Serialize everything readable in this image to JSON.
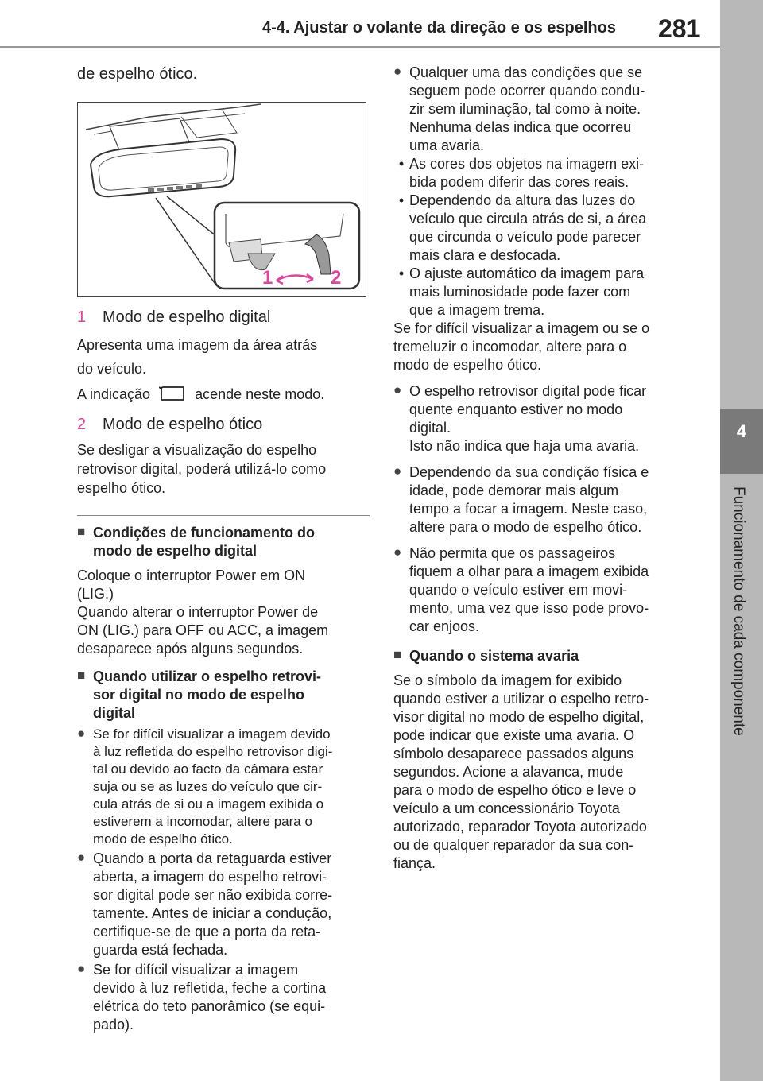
{
  "header": {
    "title": "4-4. Ajustar o volante da direção e os espelhos",
    "page_number": "281"
  },
  "side_tab": {
    "number": "4",
    "label": "Funcionamento de cada componente"
  },
  "left": {
    "intro": "de espelho ótico.",
    "figure": {
      "num1": "1",
      "num2": "2"
    },
    "item1": {
      "num": "1",
      "label": "Modo de espelho digital"
    },
    "item1_desc1": "Apresenta uma imagem da área atrás",
    "item1_desc2": "do veículo.",
    "item1_ind_a": "A indicação",
    "item1_ind_b": "acende neste modo.",
    "item2": {
      "num": "2",
      "label": "Modo de espelho ótico"
    },
    "item2_desc1": "Se desligar a visualização do espelho",
    "item2_desc2": "retrovisor digital, poderá utilizá-lo como",
    "item2_desc3": "espelho ótico.",
    "sec1": {
      "title1": "Condições de funcionamento do",
      "title2": "modo de espelho digital"
    },
    "sec1_text": [
      "Coloque o interruptor Power em ON",
      "(LIG.)",
      "Quando alterar o interruptor Power de",
      "ON (LIG.) para OFF ou ACC, a imagem",
      "desaparece após alguns segundos."
    ],
    "sec2": {
      "title1": "Quando utilizar o espelho retrovi-",
      "title2": "sor digital no modo de espelho",
      "title3": "digital"
    },
    "sec2_b1": [
      "Se for difícil visualizar a imagem devido",
      "à luz refletida do espelho retrovisor digi-",
      "tal ou devido ao facto da câmara estar",
      "suja ou se as luzes do veículo que cir-",
      "cula atrás de si ou a imagem exibida o",
      "estiverem a incomodar, altere para o",
      "modo de espelho ótico."
    ],
    "sec2_b2": [
      "Quando a porta da retaguarda estiver",
      "aberta, a imagem do espelho retrovi-",
      "sor digital pode ser não exibida corre-",
      "tamente. Antes de iniciar a condução,",
      "certifique-se de que a porta da reta-",
      "guarda está fechada."
    ],
    "sec2_b3": [
      "Se for difícil visualizar a imagem",
      "devido à luz refletida, feche a cortina",
      "elétrica do teto panorâmico (se equi-",
      "pado)."
    ]
  },
  "right": {
    "b1": [
      "Qualquer uma das condições que se",
      "seguem pode ocorrer quando condu-",
      "zir sem iluminação, tal como à noite.",
      "Nenhuma delas indica que ocorreu",
      "uma avaria."
    ],
    "d1": [
      "As cores dos objetos na imagem exi-",
      "bida podem diferir das cores reais."
    ],
    "d2": [
      "Dependendo da altura das luzes do",
      "veículo que circula atrás de si, a área",
      "que circunda o veículo pode parecer",
      "mais clara e desfocada."
    ],
    "d3": [
      "O ajuste automático da imagem para",
      "mais luminosidade pode fazer com",
      "que a imagem trema."
    ],
    "b1_after": [
      "Se for difícil visualizar a imagem ou se o",
      "tremeluzir o incomodar, altere para o",
      "modo de espelho ótico."
    ],
    "b2": [
      "O espelho retrovisor digital pode ficar",
      "quente enquanto estiver no modo",
      "digital.",
      "Isto não indica que haja uma avaria."
    ],
    "b3": [
      "Dependendo da sua condição física e",
      "idade, pode demorar mais algum",
      "tempo a focar a imagem. Neste caso,",
      "altere para o modo de espelho ótico."
    ],
    "b4": [
      "Não permita que os passageiros",
      "fiquem a olhar para a imagem exibida",
      "quando o veículo estiver em movi-",
      "mento, uma vez que isso pode provo-",
      "car enjoos."
    ],
    "sec3_title": "Quando o sistema avaria",
    "sec3_text": [
      "Se o símbolo da imagem for exibido",
      "quando estiver a utilizar o espelho retro-",
      "visor digital no modo de espelho digital,",
      "pode indicar que existe uma avaria. O",
      "símbolo desaparece passados alguns",
      "segundos. Acione a alavanca, mude",
      "para o modo de espelho ótico e leve o",
      "veículo a um concessionário Toyota",
      "autorizado, reparador Toyota autorizado",
      "ou de qualquer reparador da sua con-",
      "fiança."
    ]
  },
  "colors": {
    "accent_pink": "#d54a9c",
    "tab_gray": "#b8b8b8",
    "tab_dark": "#7a7a7a"
  }
}
